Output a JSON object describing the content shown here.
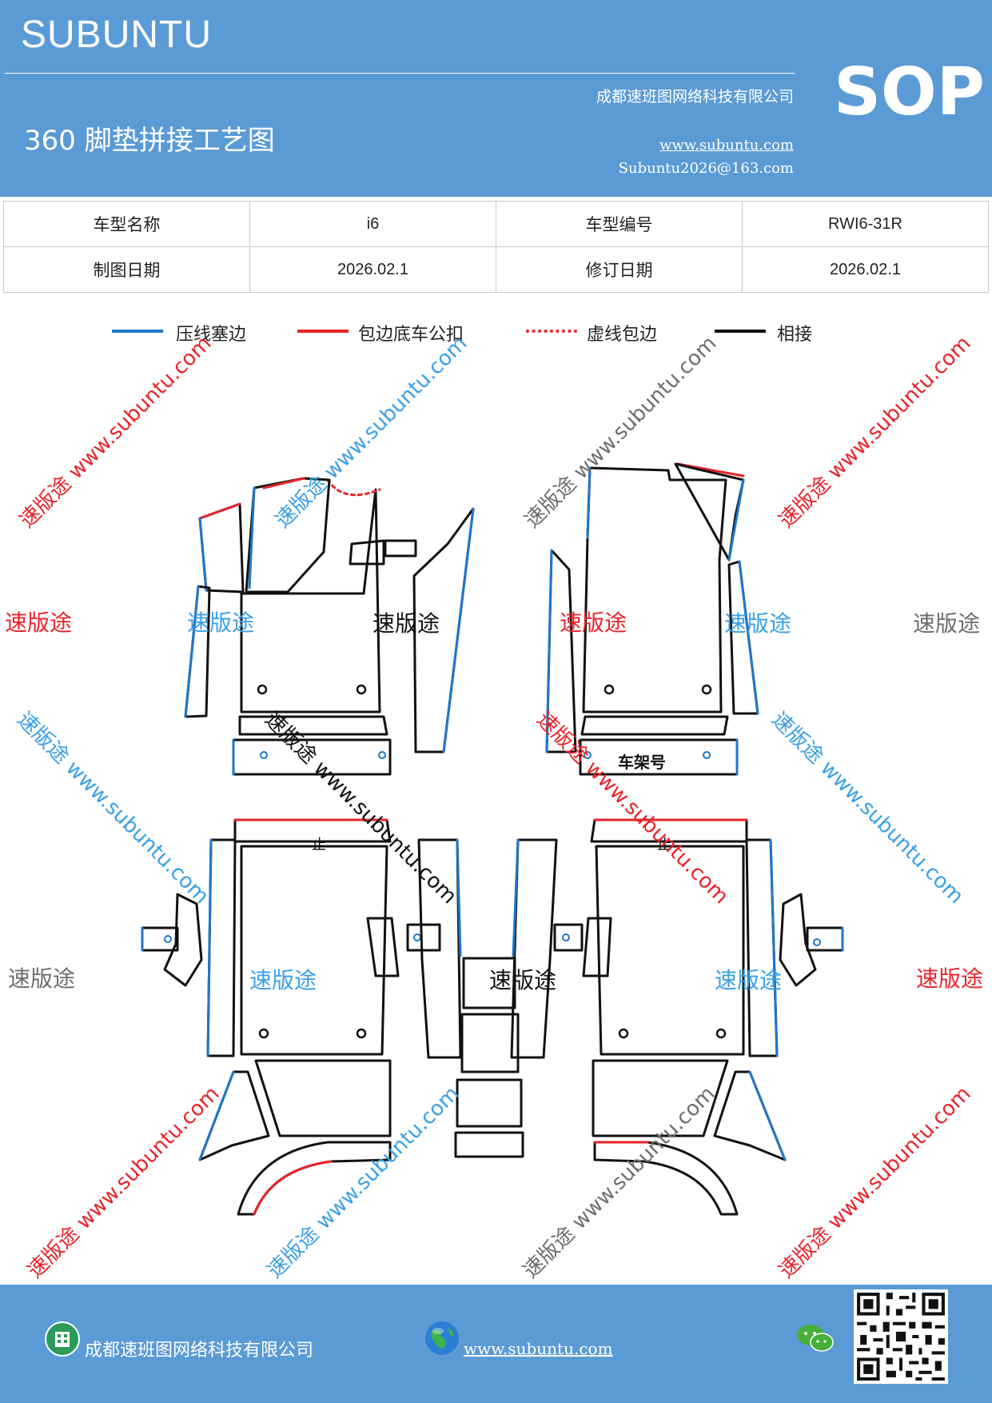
{
  "header": {
    "brand": "SUBUNTU",
    "company": "成都速班图网络科技有限公司",
    "sop": "SOP",
    "title": "360 脚垫拼接工艺图",
    "website": "www.subuntu.com",
    "email": "Subuntu2026@163.com"
  },
  "info_table": {
    "row1": {
      "label1": "车型名称",
      "value1": "i6",
      "label2": "车型编号",
      "value2": "RWI6-31R"
    },
    "row2": {
      "label1": "制图日期",
      "value1": "2026.02.1",
      "label2": "修订日期",
      "value2": "2026.02.1"
    }
  },
  "legend": [
    {
      "label": "压线塞边",
      "color": "#1f77c8",
      "style": "solid"
    },
    {
      "label": "包边底车公扣",
      "color": "#e8232a",
      "style": "solid"
    },
    {
      "label": "虚线包边",
      "color": "#e8232a",
      "style": "dotted"
    },
    {
      "label": "相接",
      "color": "#111111",
      "style": "solid"
    }
  ],
  "diagram": {
    "frame_label": "车架号",
    "stop_mark": "止"
  },
  "watermarks": {
    "brand_cn": "速版途",
    "diag_text": "速版途 www.subuntu.com",
    "colors": {
      "red": "#e8232a",
      "blue": "#3aa0e6",
      "gray": "#6e6e6e"
    }
  },
  "footer": {
    "company": "成都速班图网络科技有限公司",
    "website": "www.subuntu.com",
    "icons": [
      "building-icon",
      "globe-icon",
      "wechat-icon",
      "qr-code"
    ]
  }
}
